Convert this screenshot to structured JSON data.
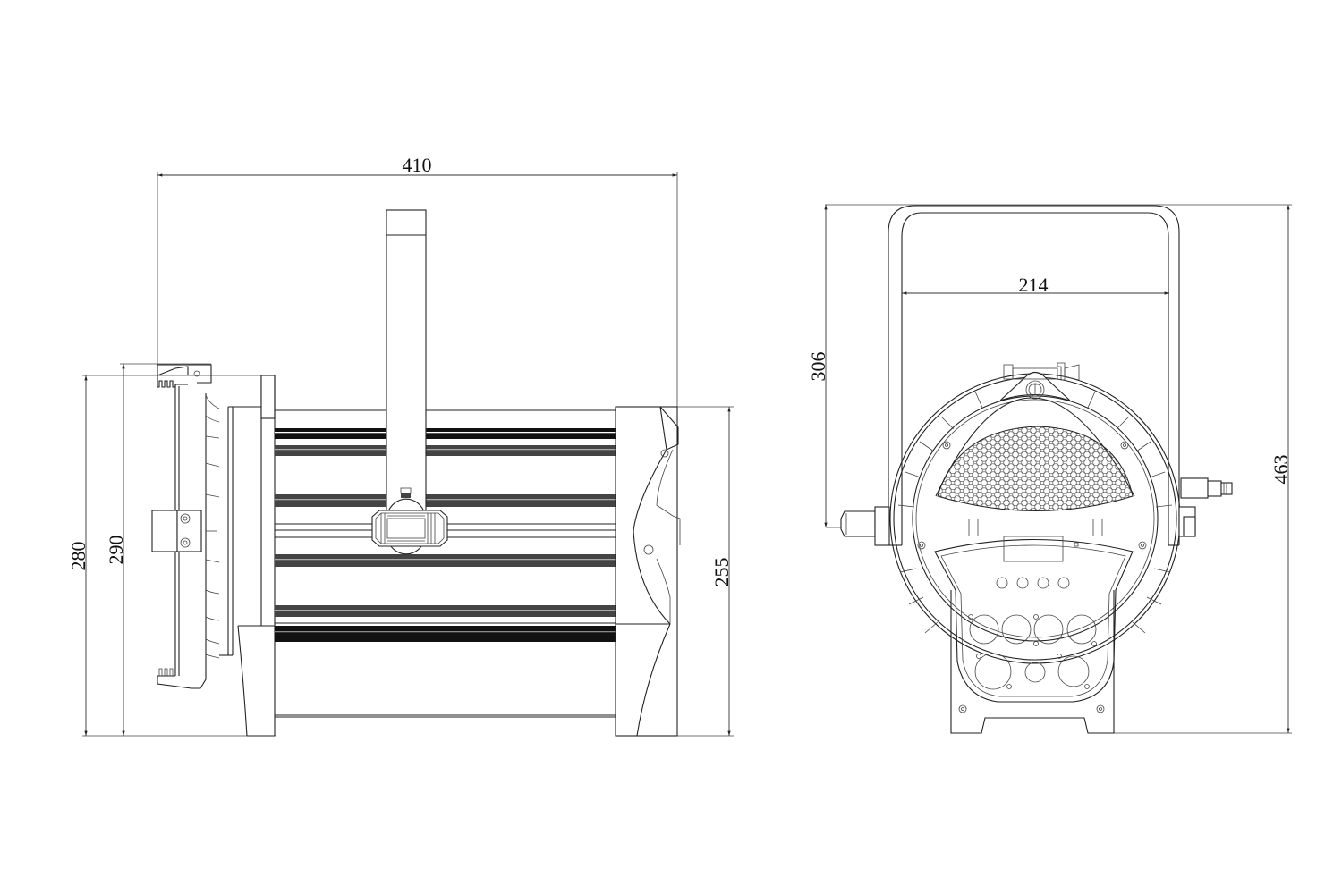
{
  "drawing": {
    "type": "technical-dimension-drawing",
    "units": "mm",
    "line_color": "#222222",
    "background": "#ffffff"
  },
  "side_view": {
    "dimensions": {
      "overall_length": "410",
      "height_with_frame": "280",
      "front_height": "290",
      "rear_height": "255"
    }
  },
  "front_view": {
    "dimensions": {
      "yoke_inner_width": "214",
      "yoke_height": "306",
      "overall_height": "463"
    },
    "rear_panel": {
      "small_buttons": 4,
      "connectors_top_row": 4,
      "connectors_bottom_row": 3
    }
  }
}
